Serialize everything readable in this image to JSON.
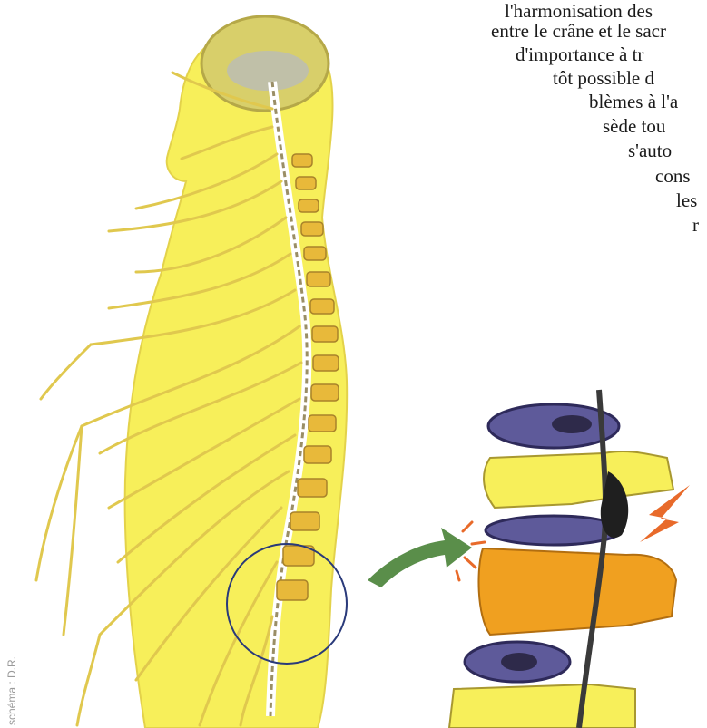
{
  "article": {
    "lines": [
      "l'harmonisation  des",
      "entre le crâne et le sacr",
      "d'importance à tr",
      "tôt  possible  d",
      "blèmes à l'a",
      "sède  tou",
      "s'auto",
      "cons",
      "les",
      "r"
    ]
  },
  "credit": "schéma : D.R.",
  "colors": {
    "body_fill": "#f7ef5a",
    "nerve": "#e0c84e",
    "vertebra": "#e8b93a",
    "disc_purple": "#5e5a9a",
    "highlight_circle": "#2a3a7a",
    "arrow_green": "#5a8e4a",
    "spark_orange": "#e86a2a",
    "vertebra_orange": "#f0a020"
  },
  "icons": {
    "arrow": "green-arrow-icon",
    "pain": "lightning-bolt-icon"
  }
}
